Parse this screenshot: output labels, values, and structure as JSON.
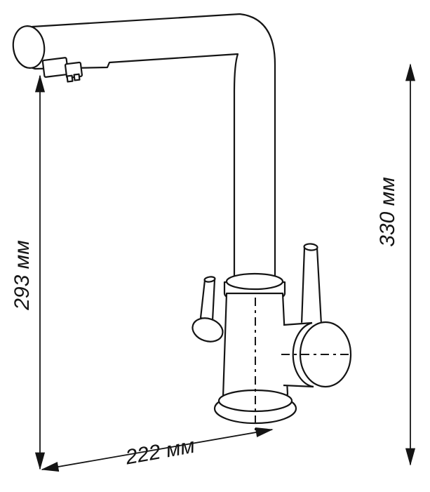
{
  "diagram": {
    "background": "#ffffff",
    "line_color": "#141414",
    "labels": {
      "left_height": "293 мм",
      "right_height": "330 мм",
      "bottom_width": "222 мм"
    },
    "values": {
      "left_height_mm": 293,
      "right_height_mm": 330,
      "bottom_width_mm": 222,
      "unit": "мм"
    }
  }
}
